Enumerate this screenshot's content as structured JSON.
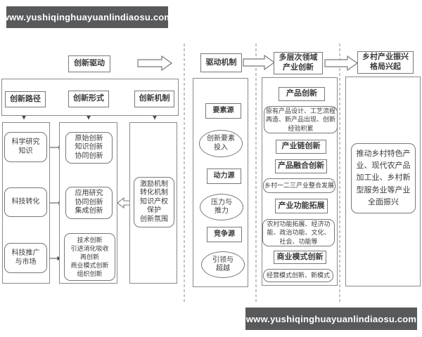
{
  "watermark": {
    "top_text": "www.yushiqinghuayuanlindiaosu.com",
    "bottom_text": "www.yushiqinghuayuanlindiaosu.com",
    "bar_bg": "#58595b",
    "bar_text_color": "#ffffff"
  },
  "palette": {
    "line": "#787878",
    "text": "#3c3c3c",
    "background": "#ffffff"
  },
  "stages": {
    "innovation_drive": "创新驱动",
    "drive_mechanism": "驱动机制",
    "multi_level": "多层次领域\n产业创新",
    "rural_rise": "乡村产业振兴\n格局兴起"
  },
  "innovation": {
    "header_path": "创新路径",
    "header_form": "创新形式",
    "header_mechanism": "创新机制",
    "path_nodes": [
      {
        "label": "科学研究\n知识"
      },
      {
        "label": "科技转化"
      },
      {
        "label": "科技推广\n与市场"
      }
    ],
    "form_nodes": [
      {
        "label": "原始创新\n知识创新\n协同创新"
      },
      {
        "label": "应用研究\n协同创新\n集成创新"
      },
      {
        "label": "技术创新\n引进消化吸收\n再创新\n商业模式创新\n组织创新"
      }
    ],
    "mechanism_node": "激励机制\n转化机制\n知识产权\n保护\n创新氛围"
  },
  "drive": {
    "source_factor": "要素源",
    "oval_factor": "创新要素\n投入",
    "source_power": "动力源",
    "oval_power": "压力与\n推力",
    "source_competition": "竞争源",
    "oval_competition": "引领与\n超越"
  },
  "industry": {
    "product_title": "产品创新",
    "product_desc": "原有产品设计、工艺流程\n再造、新产品出现、创新\n经验积累",
    "chain_title": "产业链创新",
    "fusion_title": "产品融合创新",
    "fusion_desc": "乡村一二三产业整合发展",
    "function_title": "产业功能拓展",
    "function_desc": "农村功能拓展、经济功\n能、政治功能、文化、\n社会、功能等",
    "business_title": "商业模式创新",
    "business_desc": "经营模式创新、新模式"
  },
  "result": {
    "body": "推动乡村特色产\n业、现代农产品\n加工业、乡村新\n型服务业等产业\n全面振兴"
  }
}
